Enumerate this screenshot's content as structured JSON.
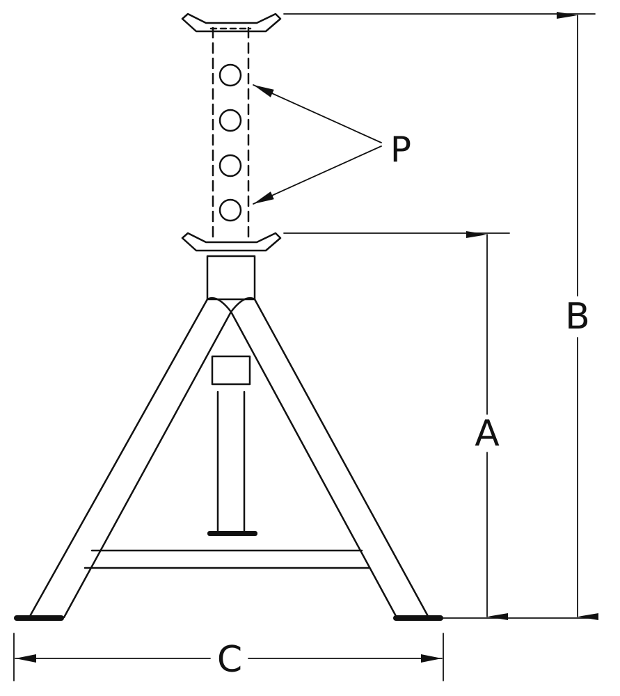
{
  "labels": {
    "pin_holes": "P",
    "max_height": "B",
    "min_height": "A",
    "base_width": "C"
  },
  "colors": {
    "ink": "#111111",
    "background": "#ffffff"
  }
}
